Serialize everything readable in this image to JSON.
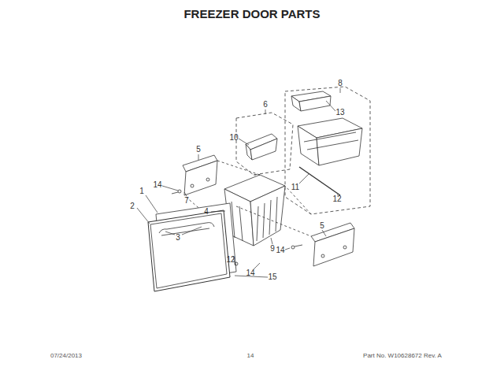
{
  "diagram": {
    "title": "FREEZER DOOR PARTS",
    "labels": [
      "8",
      "6",
      "13",
      "10",
      "5",
      "14",
      "1",
      "11",
      "7",
      "12",
      "2",
      "4",
      "5",
      "3",
      "9",
      "14",
      "12",
      "14",
      "15",
      "07/24/2013",
      "14",
      "Part No. W10628672  Rev. A"
    ]
  }
}
